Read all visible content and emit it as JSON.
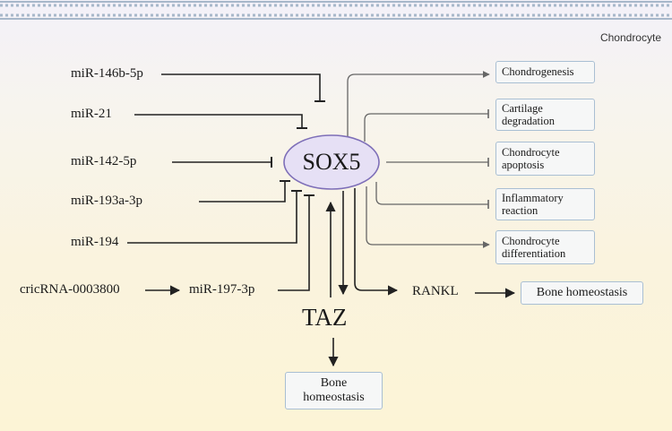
{
  "cell_label": "Chondrocyte",
  "center": "SOX5",
  "inhibitors": [
    "miR-146b-5p",
    "miR-21",
    "miR-142-5p",
    "miR-193a-3p",
    "miR-194"
  ],
  "circrna": "cricRNA-0003800",
  "mir197": "miR-197-3p",
  "taz": "TAZ",
  "rankl": "RANKL",
  "outcomes": [
    "Chondrogenesis",
    "Cartilage degradation",
    "Chondrocyte apoptosis",
    "Inflammatory reaction",
    "Chondrocyte differentiation"
  ],
  "bone_right": "Bone homeostasis",
  "bone_bottom": "Bone homeostasis",
  "colors": {
    "membrane": "#a7b7ca",
    "ellipse_fill": "#e6e0f5",
    "ellipse_stroke": "#7e6fb8",
    "box_border": "#a9bfd3"
  }
}
